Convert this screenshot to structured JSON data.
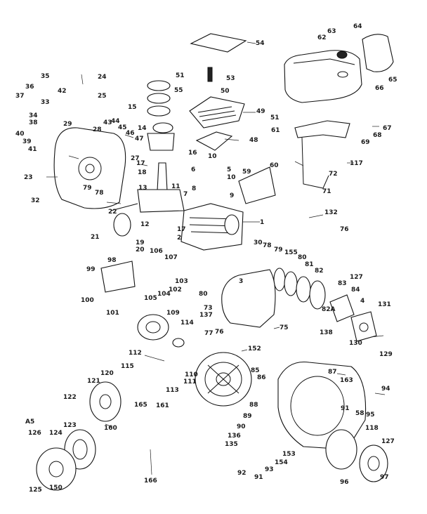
{
  "callouts": [
    {
      "text": "54"
    },
    {
      "text": "64"
    },
    {
      "text": "62"
    },
    {
      "text": "63"
    },
    {
      "text": "65"
    },
    {
      "text": "66"
    },
    {
      "text": "24"
    },
    {
      "text": "25"
    },
    {
      "text": "35"
    },
    {
      "text": "36"
    },
    {
      "text": "37"
    },
    {
      "text": "42"
    },
    {
      "text": "33"
    },
    {
      "text": "34"
    },
    {
      "text": "38"
    },
    {
      "text": "40"
    },
    {
      "text": "39"
    },
    {
      "text": "41"
    },
    {
      "text": "29"
    },
    {
      "text": "15"
    },
    {
      "text": "51"
    },
    {
      "text": "53"
    },
    {
      "text": "55"
    },
    {
      "text": "50"
    },
    {
      "text": "49"
    },
    {
      "text": "51"
    },
    {
      "text": "61"
    },
    {
      "text": "67"
    },
    {
      "text": "68"
    },
    {
      "text": "69"
    },
    {
      "text": "43"
    },
    {
      "text": "44"
    },
    {
      "text": "28"
    },
    {
      "text": "45"
    },
    {
      "text": "46"
    },
    {
      "text": "14"
    },
    {
      "text": "47"
    },
    {
      "text": "48"
    },
    {
      "text": "16"
    },
    {
      "text": "27"
    },
    {
      "text": "10"
    },
    {
      "text": "117"
    },
    {
      "text": "6"
    },
    {
      "text": "5"
    },
    {
      "text": "59"
    },
    {
      "text": "60"
    },
    {
      "text": "17"
    },
    {
      "text": "18"
    },
    {
      "text": "10"
    },
    {
      "text": "72"
    },
    {
      "text": "23"
    },
    {
      "text": "79"
    },
    {
      "text": "78"
    },
    {
      "text": "13"
    },
    {
      "text": "11"
    },
    {
      "text": "8"
    },
    {
      "text": "9"
    },
    {
      "text": "71"
    },
    {
      "text": "32"
    },
    {
      "text": "7"
    },
    {
      "text": "22"
    },
    {
      "text": "132"
    },
    {
      "text": "1"
    },
    {
      "text": "12"
    },
    {
      "text": "17"
    },
    {
      "text": "76"
    },
    {
      "text": "21"
    },
    {
      "text": "19"
    },
    {
      "text": "20"
    },
    {
      "text": "106"
    },
    {
      "text": "2"
    },
    {
      "text": "30"
    },
    {
      "text": "78"
    },
    {
      "text": "79"
    },
    {
      "text": "155"
    },
    {
      "text": "80"
    },
    {
      "text": "107"
    },
    {
      "text": "81"
    },
    {
      "text": "98"
    },
    {
      "text": "99"
    },
    {
      "text": "103"
    },
    {
      "text": "82"
    },
    {
      "text": "127"
    },
    {
      "text": "3"
    },
    {
      "text": "83"
    },
    {
      "text": "84"
    },
    {
      "text": "105"
    },
    {
      "text": "104"
    },
    {
      "text": "102"
    },
    {
      "text": "80"
    },
    {
      "text": "4"
    },
    {
      "text": "131"
    },
    {
      "text": "100"
    },
    {
      "text": "82A"
    },
    {
      "text": "101"
    },
    {
      "text": "73"
    },
    {
      "text": "109"
    },
    {
      "text": "137"
    },
    {
      "text": "114"
    },
    {
      "text": "77"
    },
    {
      "text": "76"
    },
    {
      "text": "75"
    },
    {
      "text": "138"
    },
    {
      "text": "130"
    },
    {
      "text": "129"
    },
    {
      "text": "152"
    },
    {
      "text": "112"
    },
    {
      "text": "110"
    },
    {
      "text": "111"
    },
    {
      "text": "115"
    },
    {
      "text": "120"
    },
    {
      "text": "85"
    },
    {
      "text": "87"
    },
    {
      "text": "86"
    },
    {
      "text": "163"
    },
    {
      "text": "121"
    },
    {
      "text": "113"
    },
    {
      "text": "94"
    },
    {
      "text": "165"
    },
    {
      "text": "161"
    },
    {
      "text": "122"
    },
    {
      "text": "88"
    },
    {
      "text": "89"
    },
    {
      "text": "91"
    },
    {
      "text": "58"
    },
    {
      "text": "95"
    },
    {
      "text": "A5"
    },
    {
      "text": "160"
    },
    {
      "text": "123"
    },
    {
      "text": "90"
    },
    {
      "text": "118"
    },
    {
      "text": "126"
    },
    {
      "text": "124"
    },
    {
      "text": "136"
    },
    {
      "text": "127"
    },
    {
      "text": "135"
    },
    {
      "text": "153"
    },
    {
      "text": "154"
    },
    {
      "text": "92"
    },
    {
      "text": "91"
    },
    {
      "text": "93"
    },
    {
      "text": "96"
    },
    {
      "text": "97"
    },
    {
      "text": "166"
    },
    {
      "text": "125"
    },
    {
      "text": "150"
    }
  ]
}
